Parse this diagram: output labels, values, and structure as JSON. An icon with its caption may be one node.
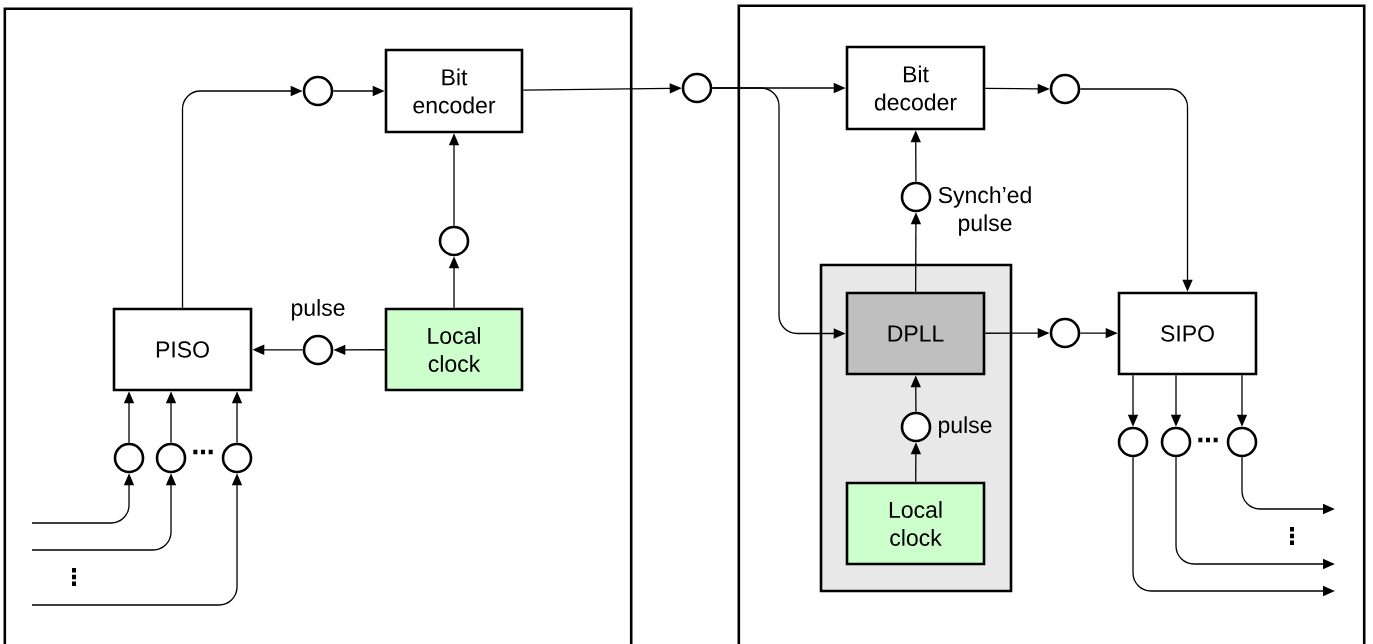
{
  "diagram": {
    "nodes": [
      {
        "text": [],
        "shape": "box"
      },
      {
        "text": [],
        "shape": "box"
      },
      {
        "text": [
          "Bit encoder"
        ],
        "in": 0
      },
      {
        "text": [],
        "shape": "circle",
        "in": 0
      },
      {
        "text": [
          "PISO"
        ],
        "in": 0
      },
      {
        "text": [],
        "shape": "circle",
        "in": 0,
        "beside": [
          "pulse"
        ]
      },
      {
        "text": [
          "Local clock"
        ],
        "in": 0
      },
      {
        "text": [],
        "shape": "circle",
        "in": 0
      },
      {
        "text": [],
        "shape": "circle",
        "in": 0
      },
      {
        "text": [],
        "shape": "circle",
        "in": 0
      },
      {
        "text": [],
        "shape": "circle",
        "in": 0
      },
      {
        "text": [],
        "shape": "circle"
      },
      {
        "text": [
          "Bit decoder"
        ],
        "in": 1
      },
      {
        "text": [],
        "shape": "circle",
        "in": 1
      },
      {
        "text": [],
        "shape": "circle",
        "in": 1,
        "beside": [
          "Synch’ed pulse"
        ]
      },
      {
        "text": [],
        "shape": "box",
        "in": 1
      },
      {
        "text": [
          "DPLL"
        ],
        "in": 15
      },
      {
        "text": [],
        "shape": "circle",
        "in": 15,
        "beside": [
          "pulse"
        ]
      },
      {
        "text": [
          "Local clock"
        ],
        "in": 15
      },
      {
        "text": [],
        "shape": "circle",
        "in": 1
      },
      {
        "text": [
          "SIPO"
        ],
        "in": 1
      },
      {
        "text": [],
        "shape": "circle",
        "in": 1
      },
      {
        "text": [],
        "shape": "circle",
        "in": 1
      },
      {
        "text": [],
        "shape": "circle",
        "in": 1
      }
    ],
    "edges": [
      {
        "from": null,
        "to": 8,
        "arrow": "to"
      },
      {
        "from": null,
        "to": 9,
        "arrow": "to"
      },
      {
        "from": null,
        "to": 10,
        "arrow": "to"
      },
      {
        "from": 8,
        "to": 4,
        "arrow": "to"
      },
      {
        "from": 9,
        "to": 4,
        "arrow": "to"
      },
      {
        "from": 10,
        "to": 4,
        "arrow": "to"
      },
      {
        "from": 6,
        "to": 5,
        "arrow": "to"
      },
      {
        "from": 5,
        "to": 4,
        "arrow": "to"
      },
      {
        "from": 6,
        "to": 7,
        "arrow": "to"
      },
      {
        "from": 7,
        "to": 2,
        "arrow": "to"
      },
      {
        "from": 4,
        "to": 3,
        "arrow": "to"
      },
      {
        "from": 3,
        "to": 2,
        "arrow": "to"
      },
      {
        "from": 2,
        "to": 11,
        "arrow": "to"
      },
      {
        "from": 11,
        "to": 12,
        "arrow": "to"
      },
      {
        "from": 11,
        "to": 16,
        "arrow": "to"
      },
      {
        "from": 16,
        "to": 14,
        "arrow": "to"
      },
      {
        "from": 14,
        "to": 12,
        "arrow": "to"
      },
      {
        "from": 18,
        "to": 17,
        "arrow": "to"
      },
      {
        "from": 17,
        "to": 16,
        "arrow": "to"
      },
      {
        "from": 12,
        "to": 13,
        "arrow": "to"
      },
      {
        "from": 13,
        "to": 20,
        "arrow": "to"
      },
      {
        "from": 16,
        "to": 19,
        "arrow": "to"
      },
      {
        "from": 19,
        "to": 20,
        "arrow": "to"
      },
      {
        "from": 20,
        "to": 21,
        "arrow": "to"
      },
      {
        "from": 20,
        "to": 22,
        "arrow": "to"
      },
      {
        "from": 20,
        "to": 23,
        "arrow": "to"
      },
      {
        "from": 21,
        "to": null,
        "arrow": "to"
      },
      {
        "from": 22,
        "to": null,
        "arrow": "to"
      },
      {
        "from": 23,
        "to": null,
        "arrow": "to"
      }
    ],
    "labels": [
      "…",
      "⋮",
      "…",
      "⋮"
    ]
  }
}
